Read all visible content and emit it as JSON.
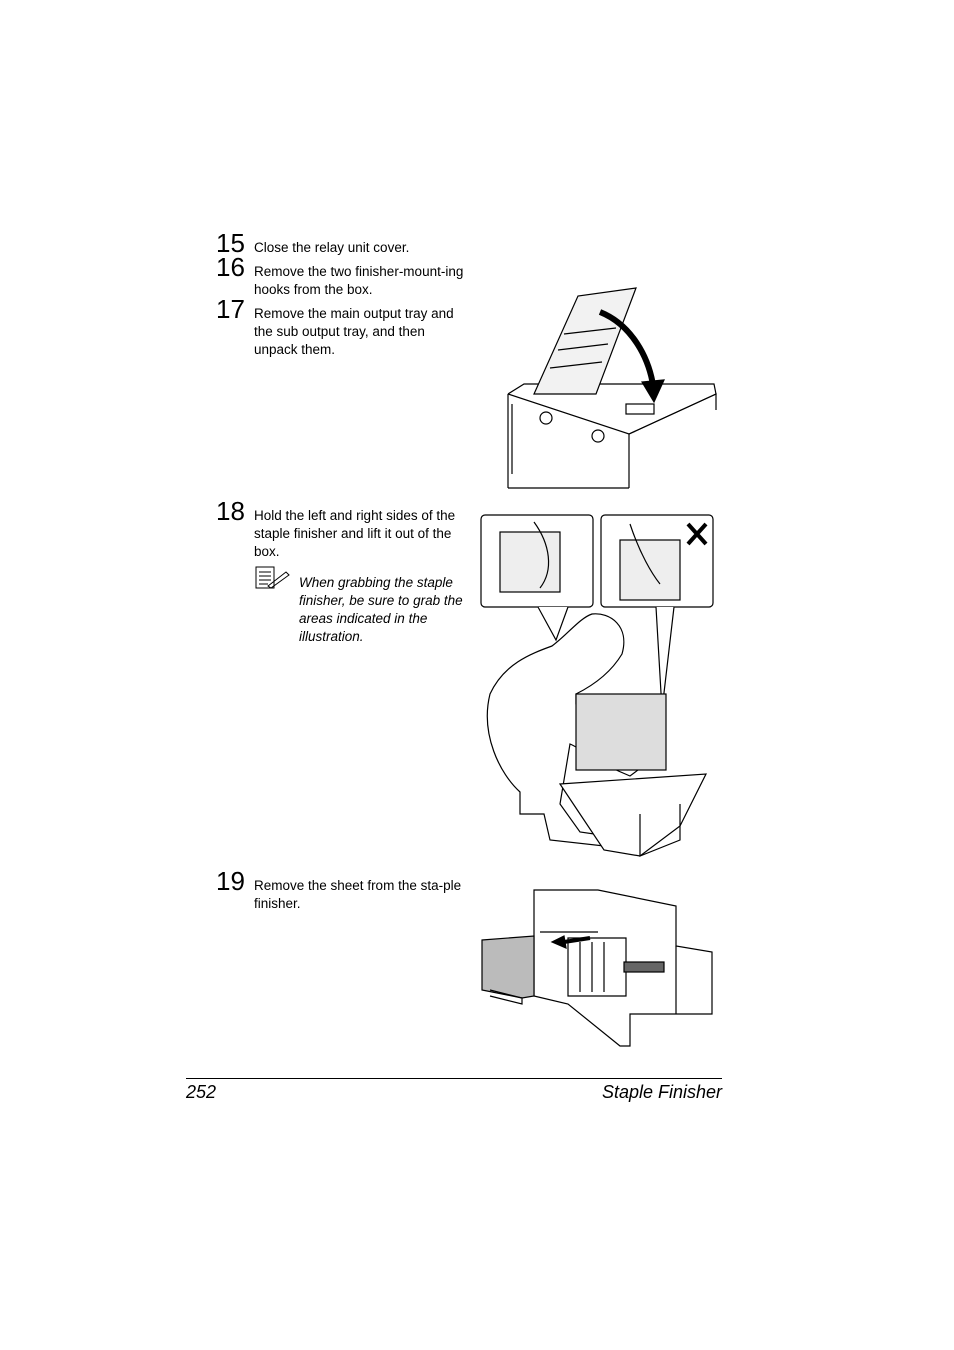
{
  "steps": [
    {
      "number": "15",
      "text": "Close the relay unit cover."
    },
    {
      "number": "16",
      "text": "Remove the two finisher-mount-ing hooks from the box."
    },
    {
      "number": "17",
      "text": "Remove the main output tray and the sub output tray, and then unpack them."
    },
    {
      "number": "18",
      "text": "Hold the left and right sides of the staple finisher and lift it out of the box."
    },
    {
      "number": "19",
      "text": "Remove the sheet from the sta-ple finisher."
    }
  ],
  "note": {
    "icon": "note-pencil-icon",
    "text": "When grabbing the staple finisher, be sure to grab the areas indicated in the illustration."
  },
  "footer": {
    "page_number": "252",
    "section_title": "Staple Finisher"
  }
}
